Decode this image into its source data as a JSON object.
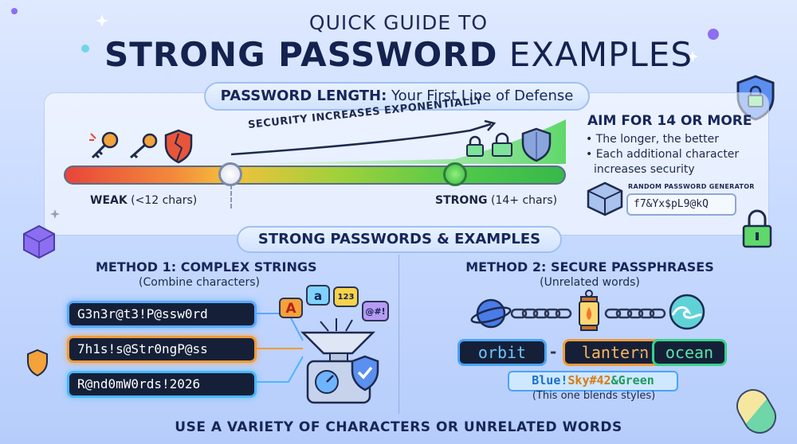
{
  "header": {
    "title_line1": "QUICK GUIDE TO",
    "title_bold": "STRONG PASSWORD",
    "title_thin": " EXAMPLES"
  },
  "length_section": {
    "pill_bold": "PASSWORD LENGTH:",
    "pill_rest": " Your First Line of Defense",
    "curve_label": "SECURITY INCREASES EXPONENTIALLY",
    "weak_bold": "WEAK",
    "weak_rest": " (<12 chars)",
    "strong_bold": "STRONG",
    "strong_rest": " (14+ chars)"
  },
  "aim": {
    "title": "AIM FOR 14 OR MORE",
    "bullets": [
      "• The longer, the better",
      "• Each additional character increases security"
    ],
    "generator_label": "RANDOM PASSWORD GENERATOR",
    "generator_value": "f7&Yx$pL9@kQ"
  },
  "examples_section": {
    "pill": "STRONG PASSWORDS & EXAMPLES"
  },
  "method1": {
    "title": "METHOD 1: COMPLEX STRINGS",
    "subtitle": "(Combine characters)",
    "passwords": [
      "G3n3r@t3!P@ssw0rd",
      "7h1s!s@Str0ngP@ss",
      "R@nd0mW0rds!2026"
    ],
    "chips": [
      "A",
      "a",
      "123",
      "@#!"
    ]
  },
  "method2": {
    "title": "METHOD 2: SECURE PASSPHRASES",
    "subtitle": "(Unrelated words)",
    "words": [
      "orbit",
      "lantern",
      "ocean"
    ],
    "separators": [
      "-",
      "-"
    ],
    "blend_parts": [
      "Blue!",
      "Sky#42",
      "&Green"
    ],
    "blend_note": "(This one blends styles)"
  },
  "footer": {
    "text": "USE A VARIETY OF CHARACTERS OR UNRELATED WORDS"
  },
  "colors": {
    "background": "#c9dbff",
    "navy": "#17265a",
    "weak": "#e8453a",
    "strong": "#37b84a",
    "blue_glow": "#4aa3ff",
    "orange_glow": "#f09a3a",
    "green_glow": "#3ad08b"
  },
  "icons": [
    "broken-key-icon",
    "key-icon",
    "broken-shield-icon",
    "padlock-icon",
    "shield-icon",
    "shield-lock-icon",
    "cube-icon",
    "planet-icon",
    "chain-icon",
    "lantern-icon",
    "wave-icon",
    "funnel-machine-icon",
    "check-shield-icon",
    "sparkle-icon"
  ]
}
